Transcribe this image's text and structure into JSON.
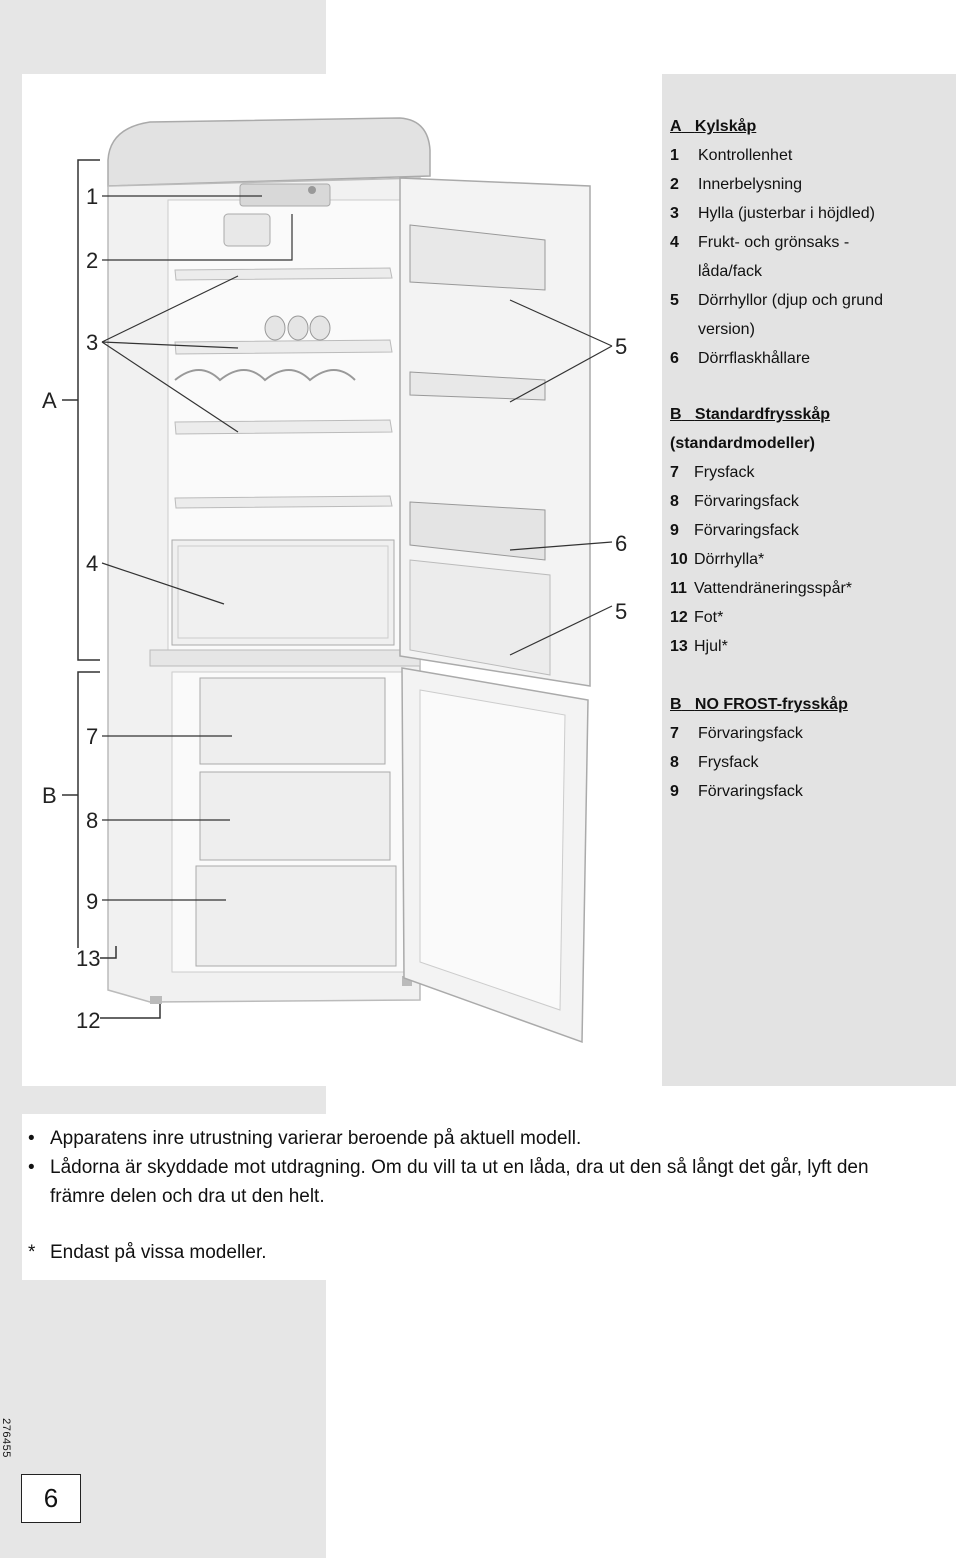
{
  "figure": {
    "callouts": {
      "n1": "1",
      "n2": "2",
      "n3": "3",
      "groupA": "A",
      "n4": "4",
      "n7": "7",
      "groupB": "B",
      "n8": "8",
      "n9": "9",
      "n13": "13",
      "n12": "12",
      "door5_top": "5",
      "door6": "6",
      "door5_bottom": "5"
    }
  },
  "legend": {
    "sectionA": {
      "letter": "A",
      "title": "Kylskåp",
      "items": [
        {
          "num": "1",
          "text": "Kontrollenhet"
        },
        {
          "num": "2",
          "text": "Innerbelysning"
        },
        {
          "num": "3",
          "text": "Hylla (justerbar i höjdled)"
        },
        {
          "num": "4",
          "text": "Frukt- och grönsaks -",
          "cont": "låda/fack"
        },
        {
          "num": "5",
          "text": "Dörrhyllor (djup och grund",
          "cont": "version)"
        },
        {
          "num": "6",
          "text": "Dörrflaskhållare"
        }
      ]
    },
    "sectionB1": {
      "letter": "B",
      "title": "Standardfrysskåp",
      "subtitle": "(standardmodeller)",
      "items": [
        {
          "num": "7",
          "text": "Frysfack"
        },
        {
          "num": "8",
          "text": "Förvaringsfack"
        },
        {
          "num": "9",
          "text": "Förvaringsfack"
        },
        {
          "num": "10",
          "text": "Dörrhylla*"
        },
        {
          "num": "11",
          "text": "Vattendräneringsspår*"
        },
        {
          "num": "12",
          "text": "Fot*"
        },
        {
          "num": "13",
          "text": "Hjul*"
        }
      ]
    },
    "sectionB2": {
      "letter": "B",
      "title": "NO FROST-frysskåp",
      "items": [
        {
          "num": "7",
          "text": "Förvaringsfack"
        },
        {
          "num": "8",
          "text": "Frysfack"
        },
        {
          "num": "9",
          "text": "Förvaringsfack"
        }
      ]
    }
  },
  "notes": {
    "bullet": "•",
    "line1": "Apparatens inre utrustning varierar beroende på aktuell modell.",
    "line2a": "Lådorna är skyddade mot utdragning. Om du vill ta ut en låda, dra ut den så långt det går, lyft den",
    "line2b": "främre delen och dra ut den helt.",
    "footnote_mark": "*",
    "footnote": "Endast på vissa modeller."
  },
  "doc_code": "276455",
  "page_number": "6"
}
